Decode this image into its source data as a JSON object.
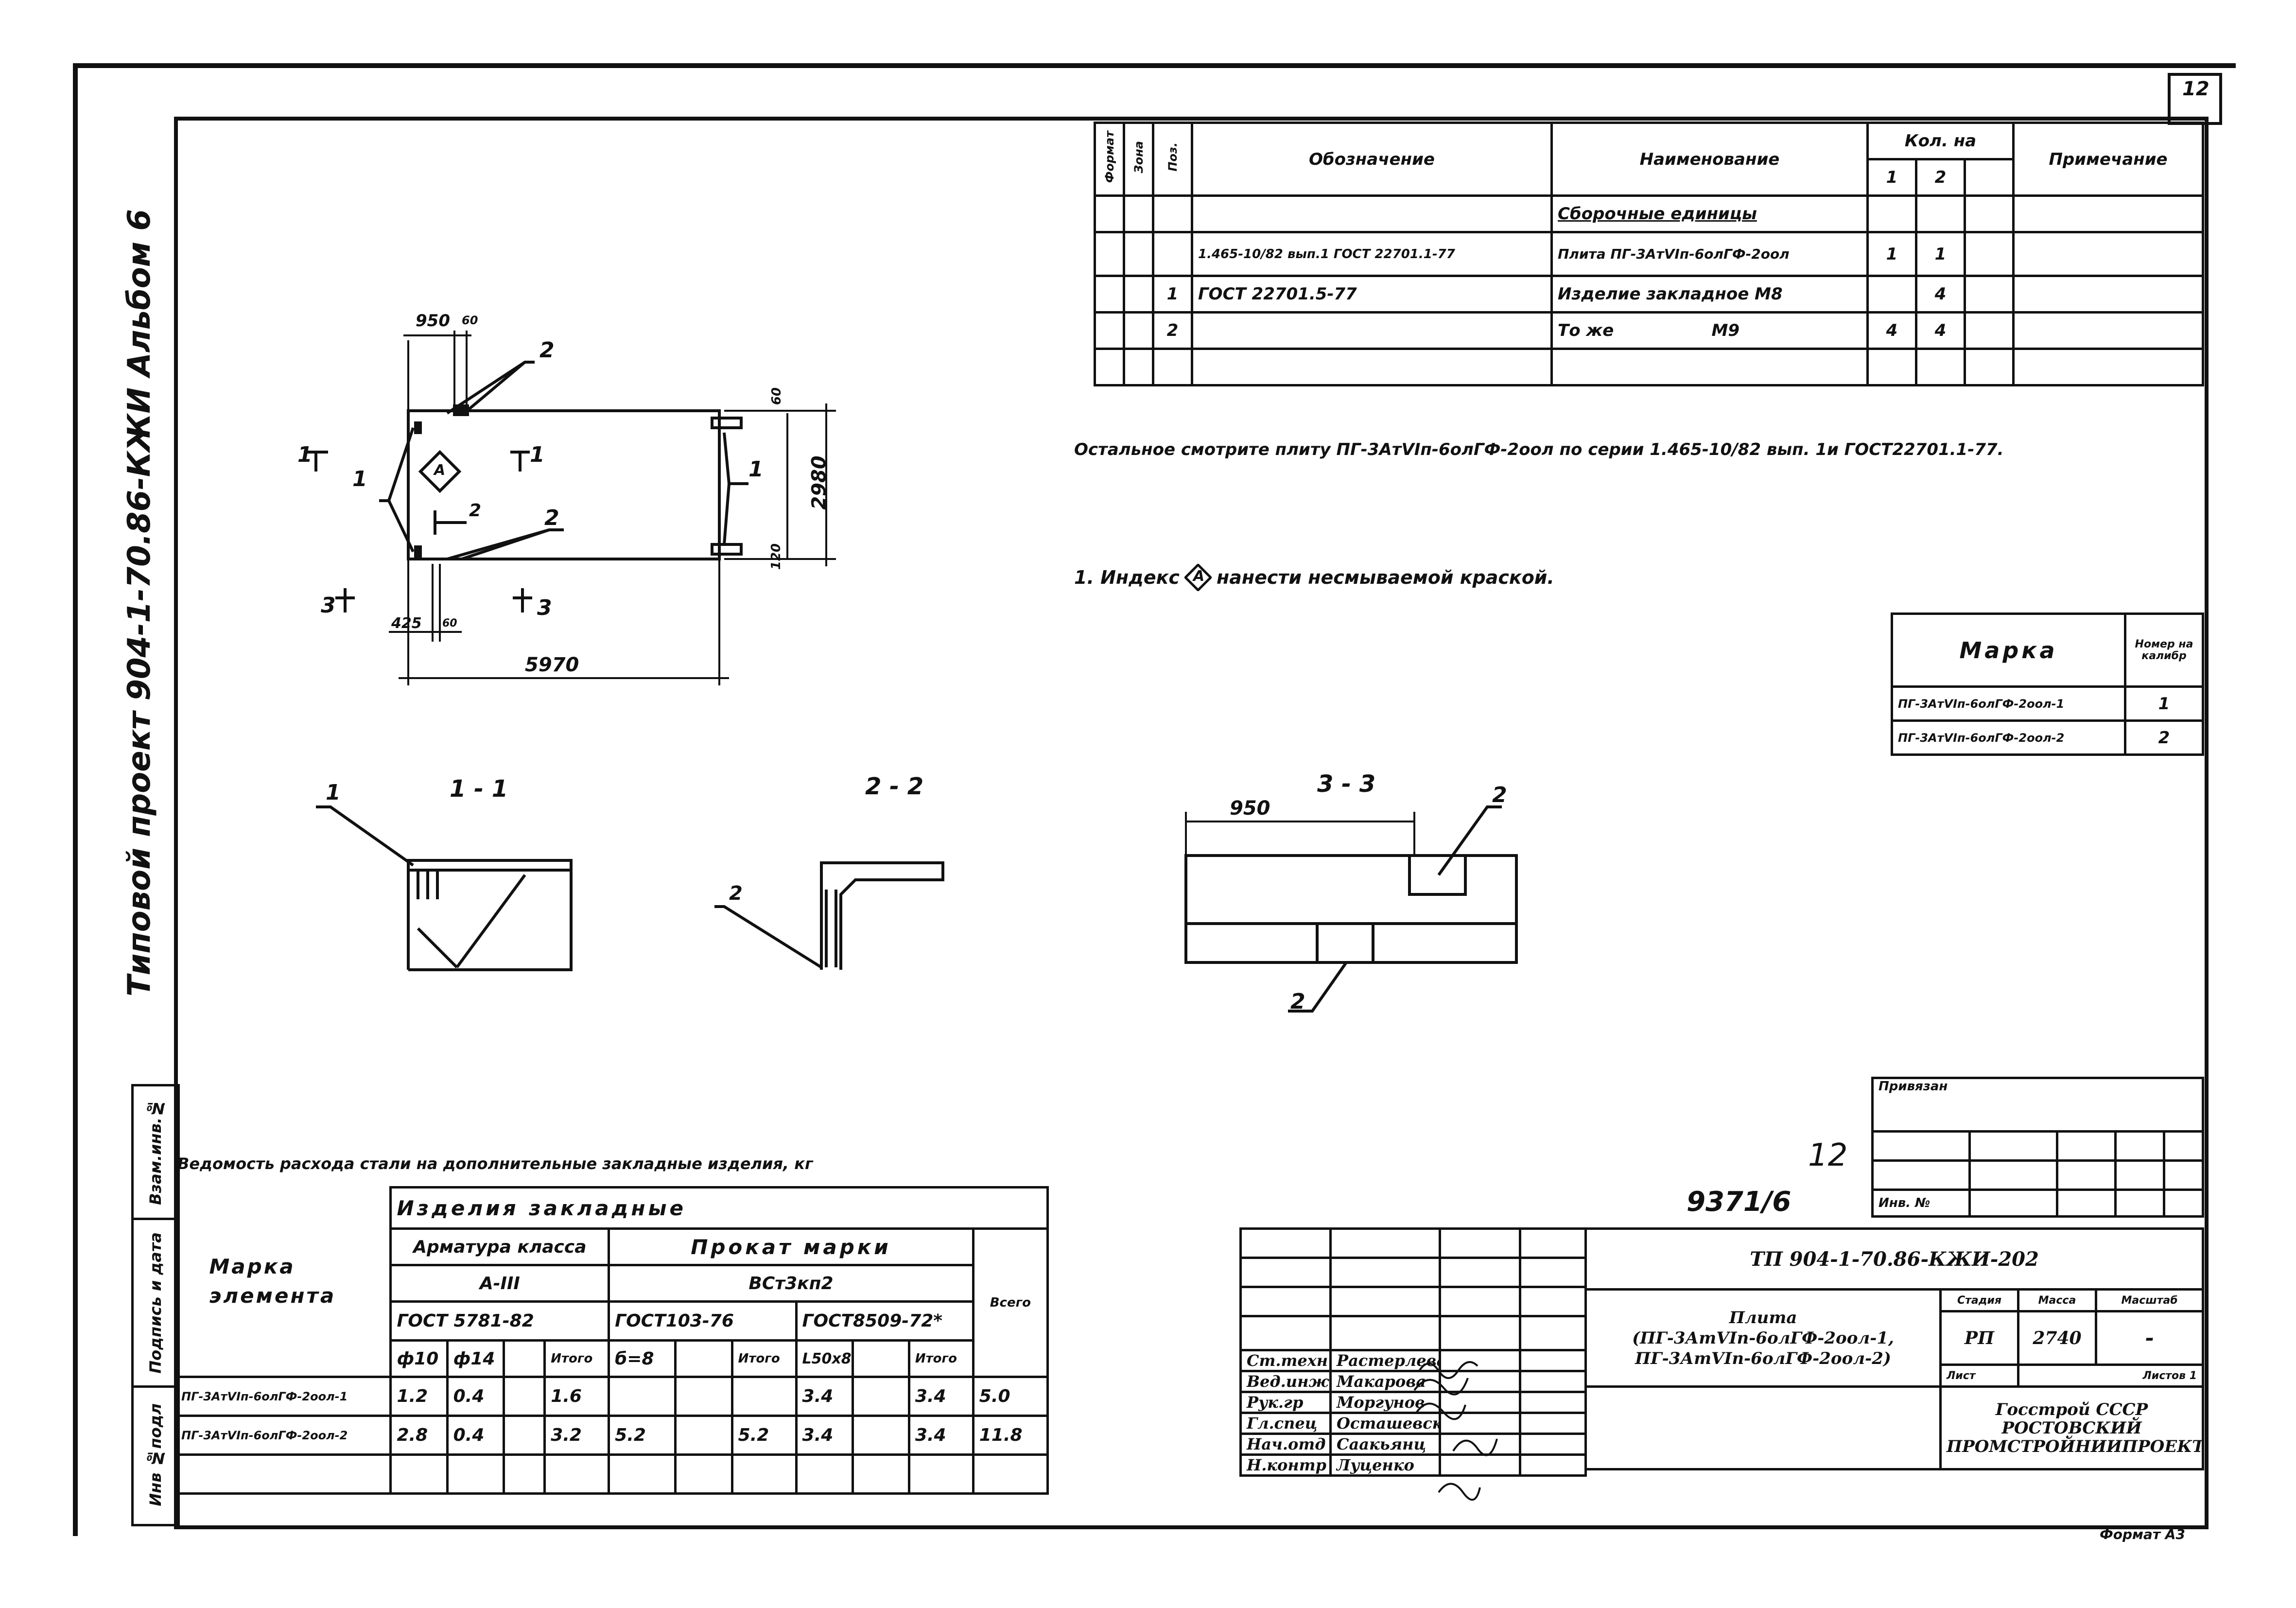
{
  "sheet_number": "12",
  "side_title": "Типовой проект 904-1-70.86-КЖИ Альбом 6",
  "left_strip": [
    "Инв №подл",
    "Подпись и дата",
    "Взам.инв.№"
  ],
  "spec_table": {
    "headers": {
      "format": "Формат",
      "zone": "Зона",
      "pos": "Поз.",
      "designation": "Обозначение",
      "name": "Наименование",
      "qty": "Кол. на",
      "qty_cols": [
        "1",
        "2",
        ""
      ],
      "note": "Примечание"
    },
    "rows": [
      {
        "pos": "",
        "designation": "",
        "name": "Сборочные единицы",
        "q1": "",
        "q2": ""
      },
      {
        "pos": "",
        "designation": "1.465-10/82 вып.1 ГОСТ 22701.1-77",
        "name": "Плита ПГ-3АтVIп-6олГФ-2оол",
        "q1": "1",
        "q2": "1"
      },
      {
        "pos": "1",
        "designation": "ГОСТ 22701.5-77",
        "name": "Изделие закладное М8",
        "q1": "",
        "q2": "4"
      },
      {
        "pos": "2",
        "designation": "",
        "name": "То же                 М9",
        "q1": "4",
        "q2": "4"
      }
    ]
  },
  "note_rest": "Остальное смотрите плиту ПГ-3АтVIп-6олГФ-2оол по серии 1.465-10/82 вып. 1и ГОСТ22701.1-77.",
  "note_index_prefix": "1. Индекс",
  "note_index_mark": "А",
  "note_index_suffix": "нанести несмываемой краской.",
  "plan": {
    "dims": {
      "top_left": "950",
      "top_small": "60",
      "right_top": "60",
      "right_height": "2980",
      "right_bottom": "120",
      "bot_left": "425",
      "bot_small": "60",
      "overall": "5970"
    },
    "section_marks": [
      "1",
      "1",
      "3",
      "3",
      "2"
    ],
    "callouts": [
      "1",
      "1",
      "2",
      "2"
    ],
    "index_mark": "А"
  },
  "sections": {
    "s11": {
      "title": "1 - 1",
      "callout": "1"
    },
    "s22": {
      "title": "2 - 2",
      "callout": "2"
    },
    "s33": {
      "title": "3 - 3",
      "dim": "950",
      "callout_top": "2",
      "callout_bottom": "2"
    }
  },
  "marka_table": {
    "h_marka": "Марка",
    "h_number": "Номер на калибр",
    "rows": [
      {
        "mark": "ПГ-3АтVIп-6олГФ-2оол-1",
        "num": "1"
      },
      {
        "mark": "ПГ-3АтVIп-6олГФ-2оол-2",
        "num": "2"
      }
    ]
  },
  "steel_table": {
    "title": "Ведомость расхода стали на дополнительные закладные изделия, кг",
    "h_element": "Марка элемента",
    "h_products": "Изделия закладные",
    "h_armature": "Арматура класса",
    "h_armature_class": "А-III",
    "h_armature_gost": "ГОСТ 5781-82",
    "h_rolled": "Прокат марки",
    "h_rolled_grade": "ВСт3кп2",
    "h_rolled_gost1": "ГОСТ103-76",
    "h_rolled_gost2": "ГОСТ8509-72*",
    "h_total": "Всего",
    "sub": [
      "ф10",
      "ф14",
      "",
      "Итого",
      "б=8",
      "",
      "Итого",
      "L50x8",
      "",
      "Итого"
    ],
    "rows": [
      {
        "mark": "ПГ-3АтVIп-6олГФ-2оол-1",
        "v": [
          "1.2",
          "0.4",
          "",
          "1.6",
          "",
          "",
          "",
          "3.4",
          "",
          "3.4"
        ],
        "total": "5.0"
      },
      {
        "mark": "ПГ-3АтVIп-6олГФ-2оол-2",
        "v": [
          "2.8",
          "0.4",
          "",
          "3.2",
          "5.2",
          "",
          "5.2",
          "3.4",
          "",
          "3.4"
        ],
        "total": "11.8"
      }
    ]
  },
  "stamp": {
    "page": "12",
    "inv": "9371/6",
    "privyazan": "Привязан",
    "inv_no": "Инв. №",
    "code": "ТП 904-1-70.86-КЖИ-202",
    "title_line1": "Плита",
    "title_line2": "(ПГ-3АтVIп-6олГФ-2оол-1,",
    "title_line3": "ПГ-3АтVIп-6олГФ-2оол-2)",
    "stage_h": "Стадия",
    "mass_h": "Масса",
    "scale_h": "Масштаб",
    "stage": "РП",
    "mass": "2740",
    "scale": "-",
    "sheet_h": "Лист",
    "sheets_h": "Листов 1",
    "org1": "Госстрой СССР",
    "org2": "РОСТОВСКИЙ",
    "org3": "ПРОМСТРОЙНИИПРОЕКТ",
    "signers": [
      {
        "role": "Ст.техн",
        "name": "Растерлева"
      },
      {
        "role": "Вед.инж",
        "name": "Макарова"
      },
      {
        "role": "Рук.гр",
        "name": "Моргунов"
      },
      {
        "role": "Гл.спец",
        "name": "Осташевский"
      },
      {
        "role": "Нач.отд",
        "name": "Саакьянц"
      },
      {
        "role": "Н.контр",
        "name": "Луценко"
      }
    ],
    "format": "Формат А3"
  }
}
